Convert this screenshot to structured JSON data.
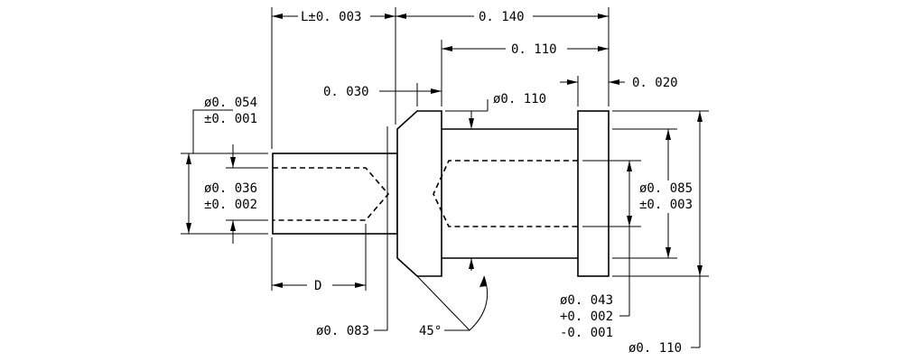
{
  "dimensions": {
    "length_tol": "L±0. 003",
    "overall_length": "0. 140",
    "body_length": "0. 110",
    "flange_width": "0. 020",
    "chamfer_length": "0. 030",
    "body_diameter": "ø0. 110",
    "pin_diameter_1": "ø0. 054",
    "pin_diameter_2": "±0. 001",
    "hole_diameter_1": "ø0. 036",
    "hole_diameter_2": "±0. 002",
    "depth": "D",
    "head_diameter": "ø0. 083",
    "chamfer_angle": "45°",
    "flange_diameter_1": "ø0. 085",
    "flange_diameter_2": "±0. 003",
    "bore_diameter_1": "ø0. 043",
    "bore_diameter_2": "+0. 002",
    "bore_diameter_3": "-0. 001",
    "outer_diameter": "ø0. 110"
  }
}
